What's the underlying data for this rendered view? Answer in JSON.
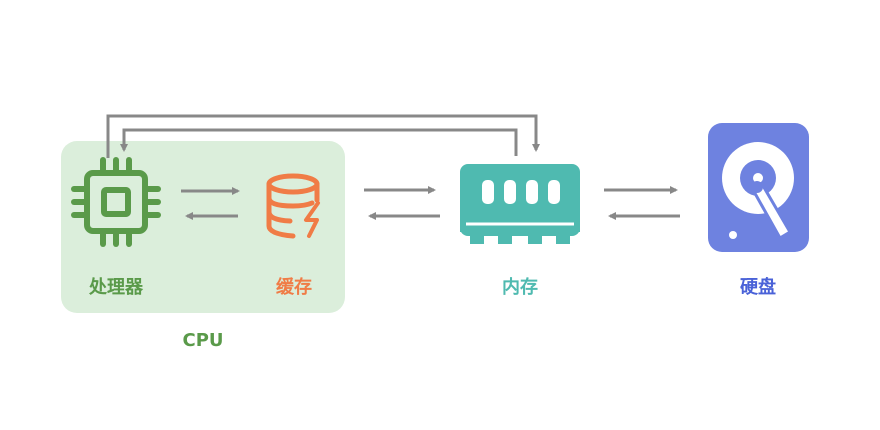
{
  "colors": {
    "processor": "#5a9a4a",
    "cache": "#f07c46",
    "memory": "#4fbab0",
    "disk": "#6e82e0",
    "cpu_group": "#dbeedb",
    "arrow": "#888888"
  },
  "nodes": {
    "processor": {
      "label": "处理器",
      "icon": "cpu-chip-icon"
    },
    "cache": {
      "label": "缓存",
      "icon": "database-lightning-icon"
    },
    "memory": {
      "label": "内存",
      "icon": "ram-stick-icon"
    },
    "disk": {
      "label": "硬盘",
      "icon": "hard-disk-icon"
    }
  },
  "groups": {
    "cpu": {
      "label": "CPU"
    }
  },
  "edges": [
    {
      "from": "processor",
      "to": "cache",
      "bidirectional": true
    },
    {
      "from": "cache",
      "to": "memory",
      "bidirectional": true
    },
    {
      "from": "memory",
      "to": "disk",
      "bidirectional": true
    },
    {
      "from": "processor",
      "to": "memory",
      "bidirectional": true,
      "route": "over-top"
    }
  ]
}
